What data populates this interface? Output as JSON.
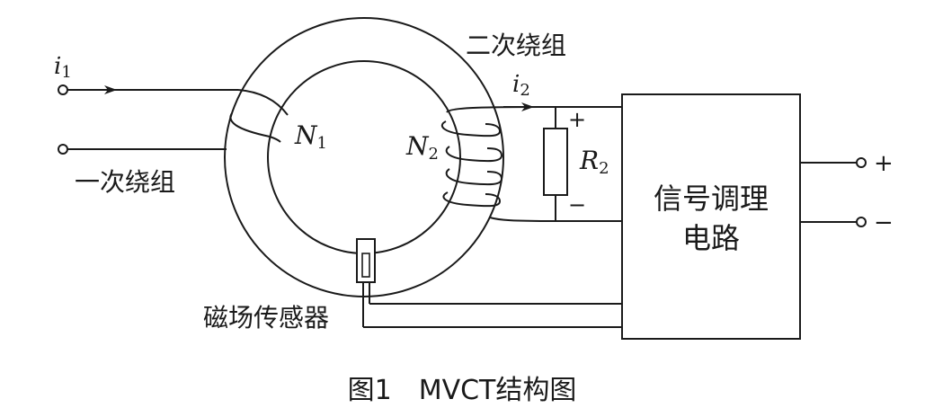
{
  "labels": {
    "i1": {
      "sym": "i",
      "sub": "1"
    },
    "i2": {
      "sym": "i",
      "sub": "2"
    },
    "N1": {
      "sym": "N",
      "sub": "1"
    },
    "N2": {
      "sym": "N",
      "sub": "2"
    },
    "R2": {
      "sym": "R",
      "sub": "2"
    },
    "secondary_winding": "二次绕组",
    "primary_winding": "一次绕组",
    "magnetic_sensor": "磁场传感器",
    "signal_circuit_line1": "信号调理",
    "signal_circuit_line2": "电路",
    "plus_r": "+",
    "minus_r": "−",
    "out_plus": "+",
    "out_minus": "−",
    "caption": "图1　MVCT结构图"
  }
}
